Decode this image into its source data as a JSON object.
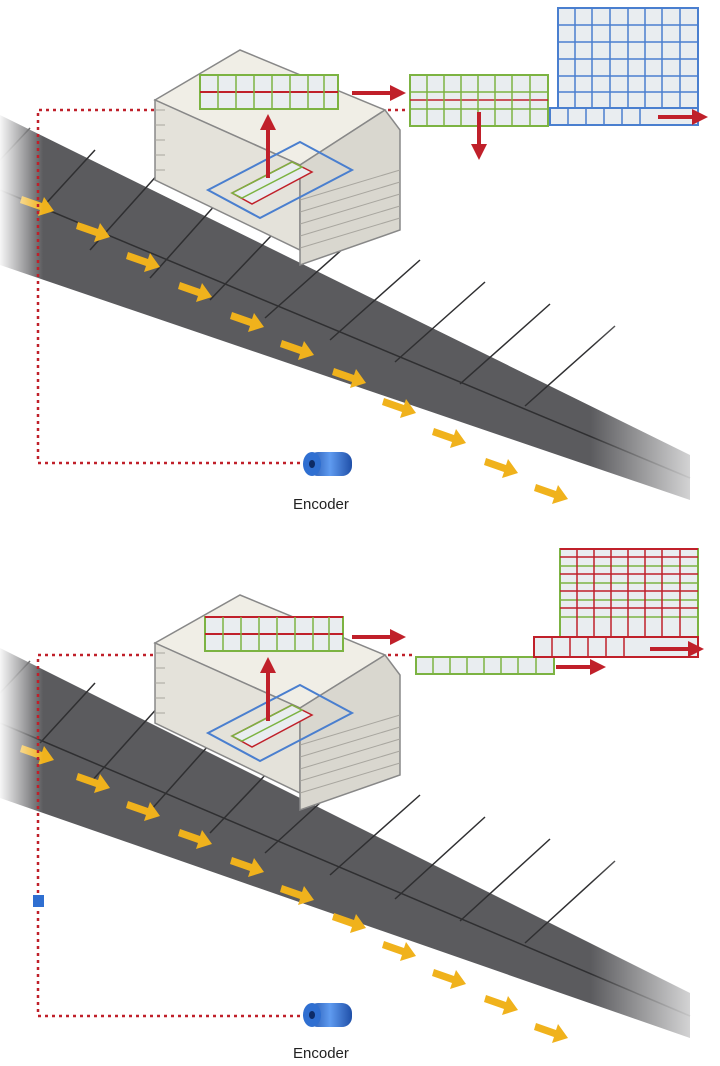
{
  "colors": {
    "belt": "#5b5b5e",
    "belt_seam": "#2f2f31",
    "arrow_yellow": "#f0b21c",
    "signal_red": "#c0202a",
    "grid_green": "#7cb342",
    "grid_blue": "#4a7fcf",
    "grid_fill": "#e9edf0",
    "camera_body": "#f0eee6",
    "camera_shade": "#c9c7c0",
    "encoder_blue": "#2f6fd1"
  },
  "icons": [
    "encoder-roller-icon",
    "line-scan-camera-icon",
    "conveyor-belt-icon"
  ],
  "panels": [
    {
      "id": "top",
      "encoder_label": "Encoder",
      "mode": "frame-buffer"
    },
    {
      "id": "bottom",
      "encoder_label": "Encoder",
      "mode": "continuous-scan"
    }
  ]
}
